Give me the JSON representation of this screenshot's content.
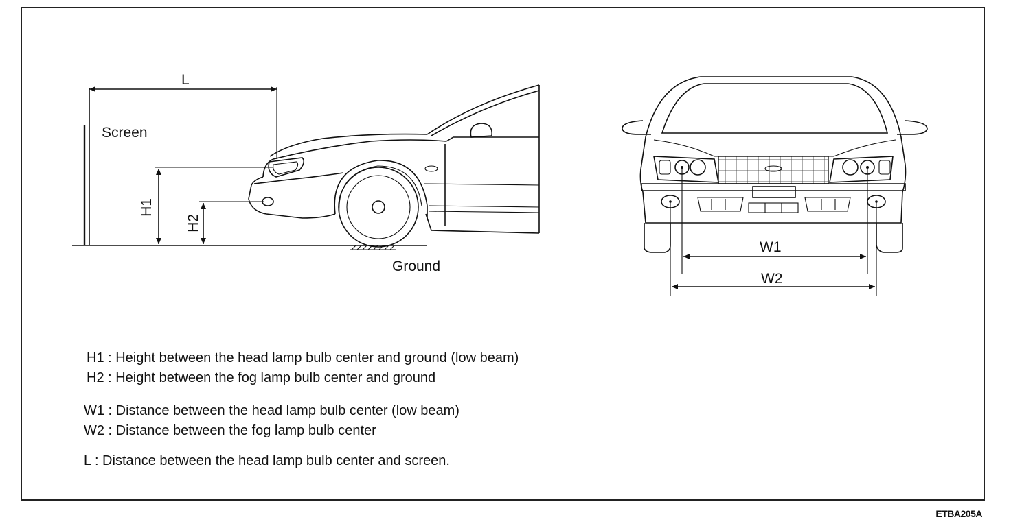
{
  "labels": {
    "L": "L",
    "screen": "Screen",
    "H1": "H1",
    "H2": "H2",
    "ground": "Ground",
    "W1": "W1",
    "W2": "W2"
  },
  "legend": [
    "H1 : Height between the head lamp bulb center and ground (low beam)",
    "H2 : Height between the fog lamp bulb center and ground",
    "W1 : Distance between the head lamp bulb center (low beam)",
    "W2 : Distance between the fog lamp bulb center",
    "L : Distance between the head lamp bulb center and screen."
  ],
  "figure_code": "ETBA205A"
}
